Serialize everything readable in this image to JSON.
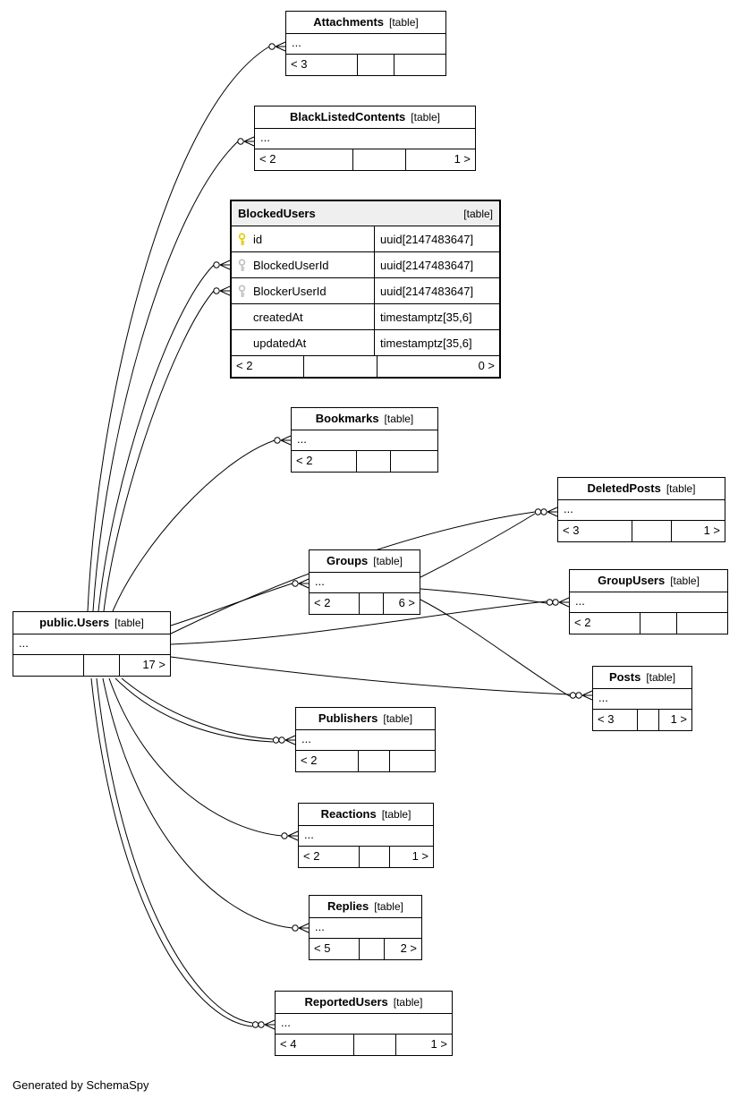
{
  "diagram": {
    "credit": "Generated by SchemaSpy",
    "colors": {
      "primary_key": "#e0cd00",
      "foreign_key": "#c0c0c0"
    },
    "tables": [
      {
        "title": "Attachments",
        "tag": "[table]",
        "collapsed_marker": "...",
        "footer": [
          "< 3",
          "",
          ""
        ]
      },
      {
        "title": "BlackListedContents",
        "tag": "[table]",
        "collapsed_marker": "...",
        "footer": [
          "< 2",
          "",
          "1 >"
        ]
      },
      {
        "title": "BlockedUsers",
        "tag": "[table]",
        "highlighted": true,
        "columns": [
          {
            "name": "id",
            "type": "uuid[2147483647]",
            "key": "primary"
          },
          {
            "name": "BlockedUserId",
            "type": "uuid[2147483647]",
            "key": "foreign"
          },
          {
            "name": "BlockerUserId",
            "type": "uuid[2147483647]",
            "key": "foreign"
          },
          {
            "name": "createdAt",
            "type": "timestamptz[35,6]",
            "key": null
          },
          {
            "name": "updatedAt",
            "type": "timestamptz[35,6]",
            "key": null
          }
        ],
        "footer": [
          "< 2",
          "",
          "0 >"
        ]
      },
      {
        "title": "Bookmarks",
        "tag": "[table]",
        "collapsed_marker": "...",
        "footer": [
          "< 2",
          "",
          ""
        ]
      },
      {
        "title": "DeletedPosts",
        "tag": "[table]",
        "collapsed_marker": "...",
        "footer": [
          "< 3",
          "",
          "1 >"
        ]
      },
      {
        "title": "Groups",
        "tag": "[table]",
        "collapsed_marker": "...",
        "footer": [
          "< 2",
          "",
          "6 >"
        ]
      },
      {
        "title": "GroupUsers",
        "tag": "[table]",
        "collapsed_marker": "...",
        "footer": [
          "< 2",
          "",
          ""
        ]
      },
      {
        "title": "public.Users",
        "tag": "[table]",
        "collapsed_marker": "...",
        "footer": [
          "",
          "",
          "17 >"
        ]
      },
      {
        "title": "Posts",
        "tag": "[table]",
        "collapsed_marker": "...",
        "footer": [
          "< 3",
          "",
          "1 >"
        ]
      },
      {
        "title": "Publishers",
        "tag": "[table]",
        "collapsed_marker": "...",
        "footer": [
          "< 2",
          "",
          ""
        ]
      },
      {
        "title": "Reactions",
        "tag": "[table]",
        "collapsed_marker": "...",
        "footer": [
          "< 2",
          "",
          "1 >"
        ]
      },
      {
        "title": "Replies",
        "tag": "[table]",
        "collapsed_marker": "...",
        "footer": [
          "< 5",
          "",
          "2 >"
        ]
      },
      {
        "title": "ReportedUsers",
        "tag": "[table]",
        "collapsed_marker": "...",
        "footer": [
          "< 4",
          "",
          "1 >"
        ]
      }
    ]
  }
}
